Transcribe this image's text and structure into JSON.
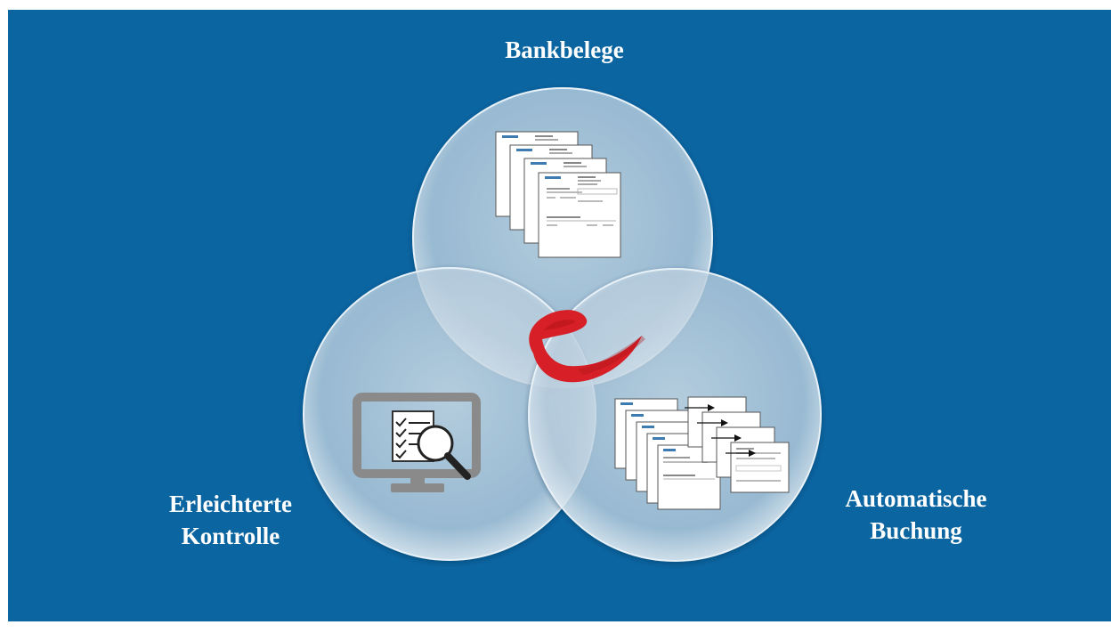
{
  "diagram": {
    "top_label": "Bankbelege",
    "left_label_line1": "Erleichterte",
    "left_label_line2": "Kontrolle",
    "right_label_line1": "Automatische",
    "right_label_line2": "Buchung"
  },
  "colors": {
    "background": "#0b65a0",
    "circle_fill": "#c8dcea",
    "logo_red": "#d61f26",
    "monitor_gray": "#8a8a8a"
  },
  "icons": {
    "top_circle": "document-stack-icon",
    "left_circle": "monitor-checklist-magnifier-icon",
    "right_circle": "document-stack-with-arrows-icon",
    "center": "red-e-logo-icon"
  }
}
